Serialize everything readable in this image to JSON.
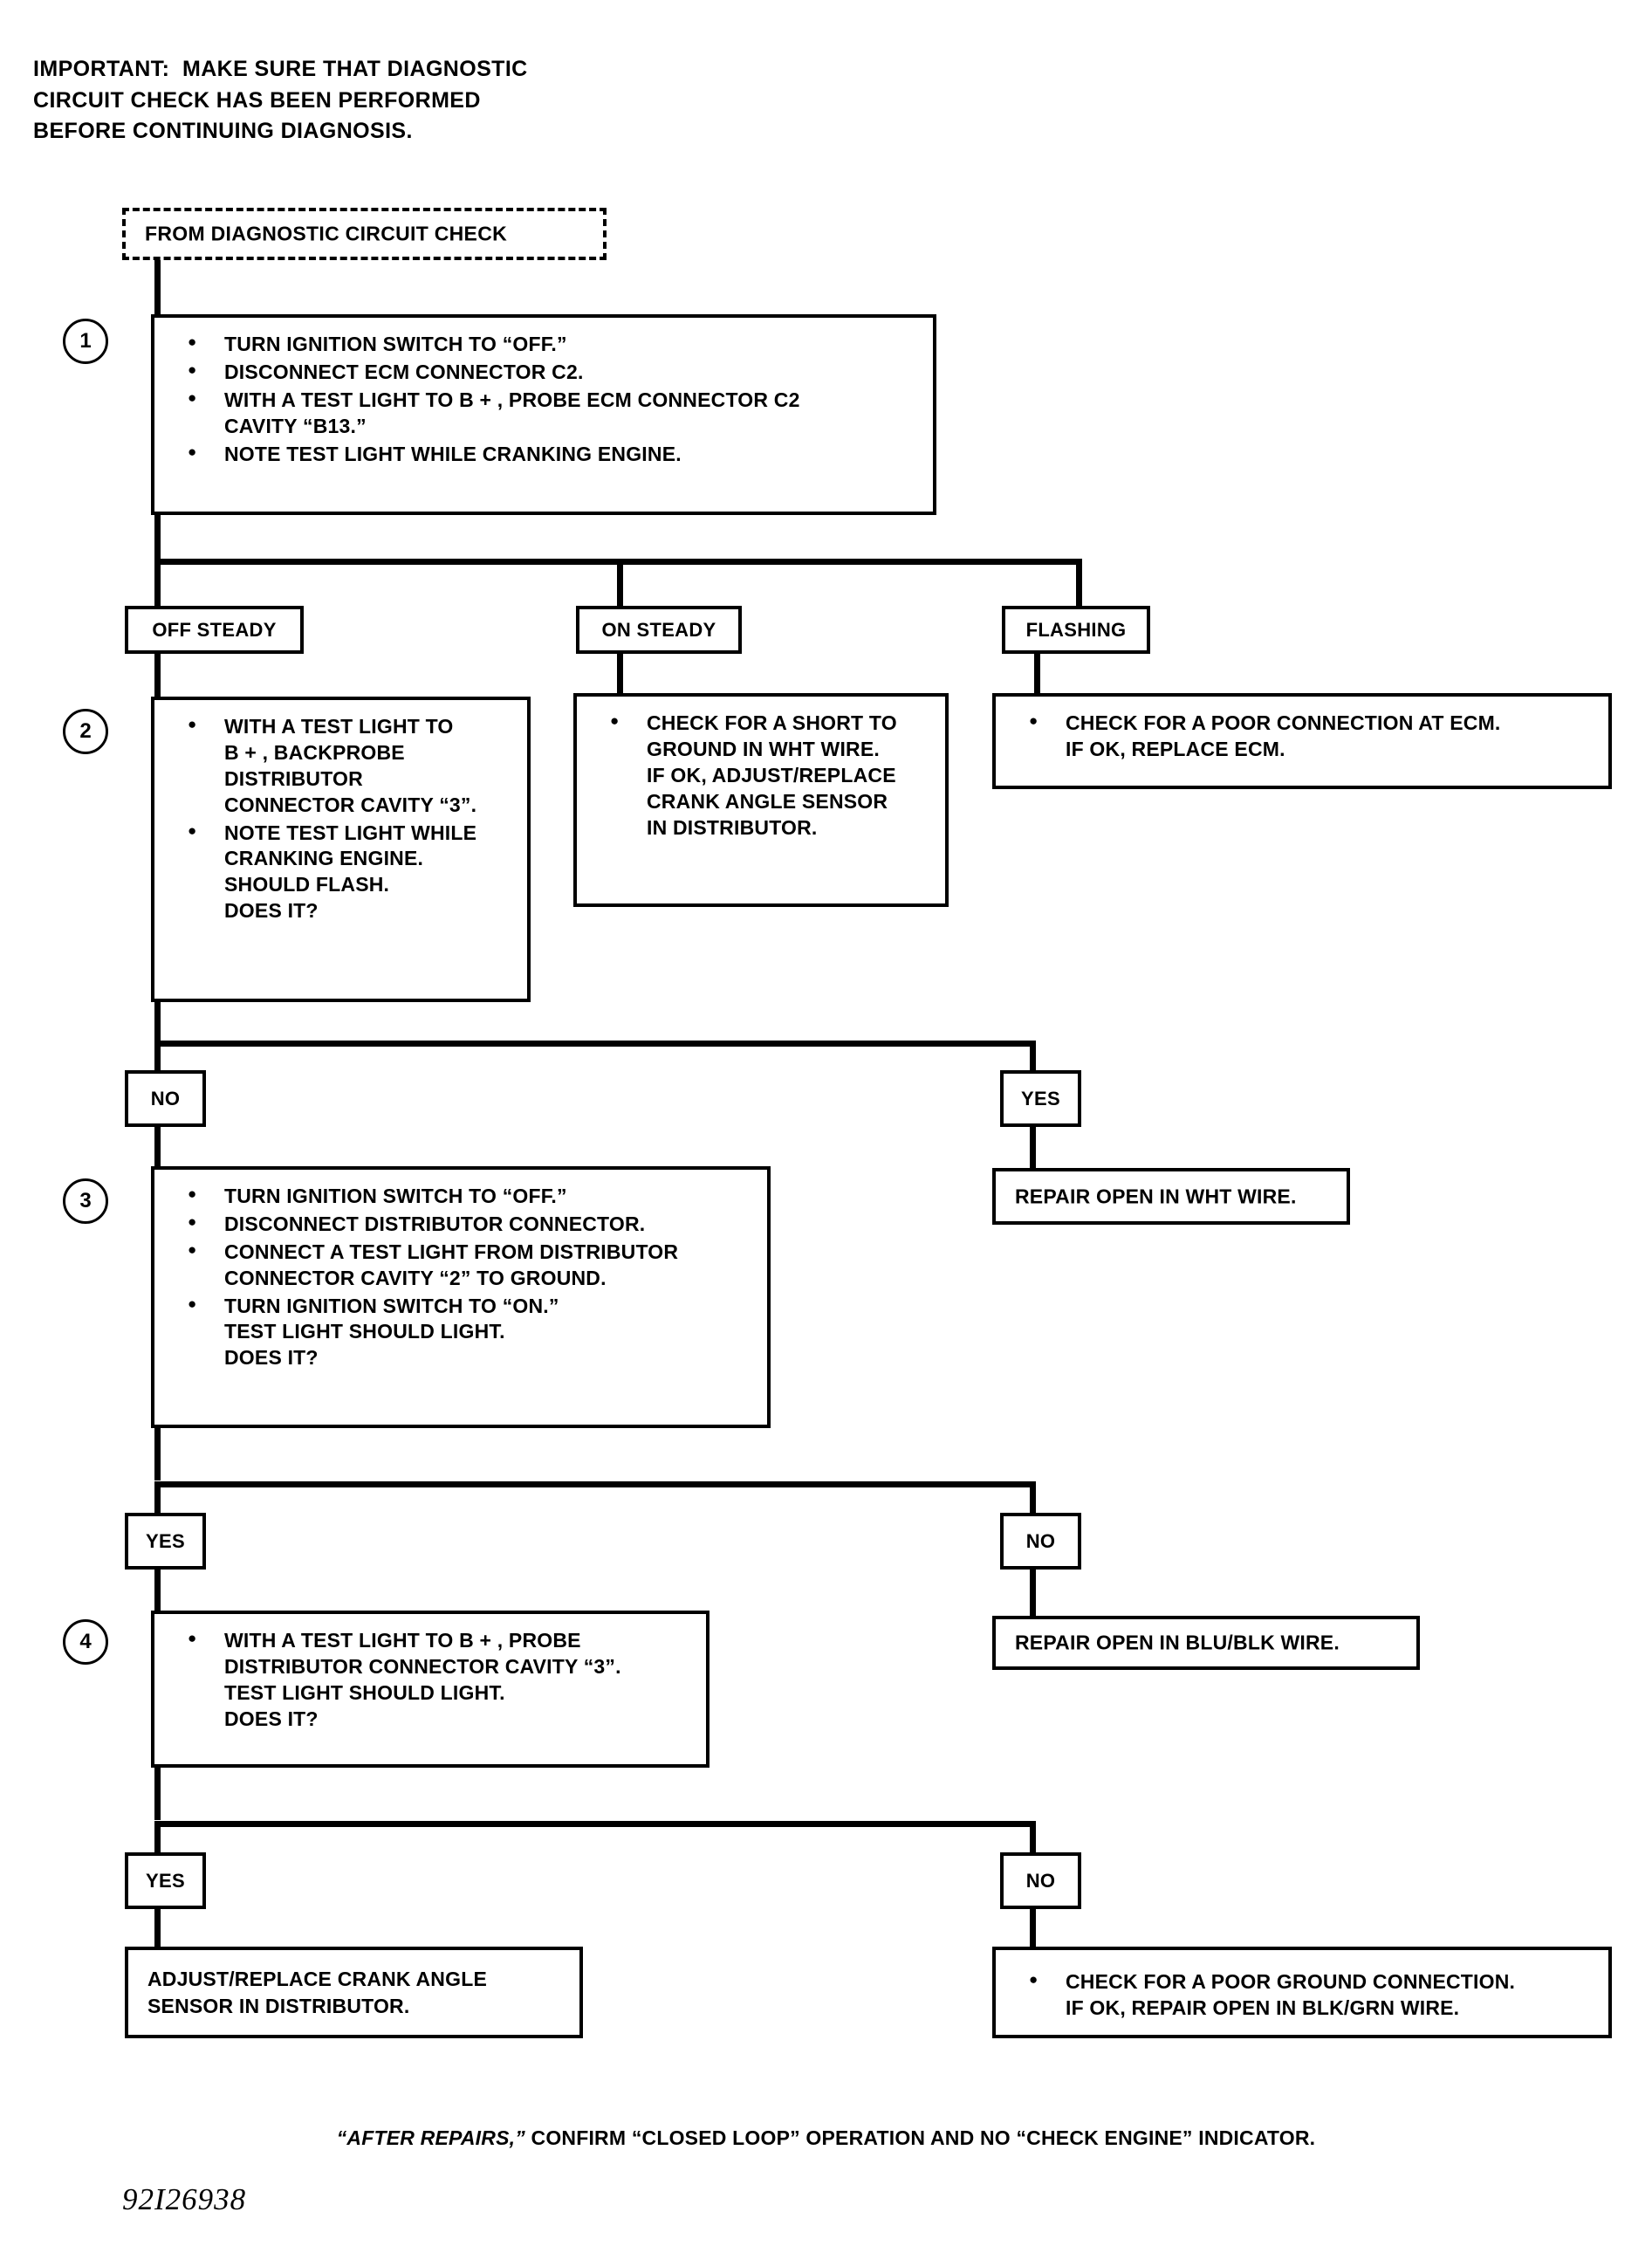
{
  "header": {
    "important_lines": [
      "IMPORTANT:  MAKE SURE THAT DIAGNOSTIC",
      "CIRCUIT CHECK HAS BEEN PERFORMED",
      "BEFORE CONTINUING DIAGNOSIS."
    ]
  },
  "start": {
    "label": "FROM DIAGNOSTIC CIRCUIT CHECK"
  },
  "steps": {
    "one": {
      "number": "1",
      "bullets": [
        [
          "TURN IGNITION SWITCH TO “OFF.”"
        ],
        [
          "DISCONNECT ECM CONNECTOR C2."
        ],
        [
          "WITH A TEST LIGHT TO B + , PROBE ECM CONNECTOR C2",
          "CAVITY “B13.”"
        ],
        [
          "NOTE TEST LIGHT WHILE CRANKING ENGINE."
        ]
      ]
    },
    "two": {
      "number": "2",
      "bullets": [
        [
          "WITH A TEST LIGHT TO",
          "B + , BACKPROBE",
          "DISTRIBUTOR",
          "CONNECTOR CAVITY “3”."
        ],
        [
          "NOTE TEST LIGHT WHILE",
          "CRANKING ENGINE.",
          "SHOULD FLASH.",
          "DOES IT?"
        ]
      ]
    },
    "three": {
      "number": "3",
      "bullets": [
        [
          "TURN IGNITION SWITCH TO “OFF.”"
        ],
        [
          "DISCONNECT DISTRIBUTOR CONNECTOR."
        ],
        [
          "CONNECT A TEST LIGHT FROM DISTRIBUTOR",
          "CONNECTOR CAVITY “2” TO GROUND."
        ],
        [
          "TURN IGNITION SWITCH TO “ON.”",
          "TEST LIGHT SHOULD LIGHT.",
          "DOES IT?"
        ]
      ]
    },
    "four": {
      "number": "4",
      "bullets": [
        [
          "WITH A TEST LIGHT TO B + , PROBE",
          "DISTRIBUTOR CONNECTOR CAVITY “3”.",
          "TEST LIGHT SHOULD LIGHT.",
          "DOES IT?"
        ]
      ]
    }
  },
  "branches": {
    "off_steady": "OFF STEADY",
    "on_steady": "ON STEADY",
    "flashing": "FLASHING",
    "no_1": "NO",
    "yes_1": "YES",
    "yes_2": "YES",
    "no_2": "NO",
    "yes_3": "YES",
    "no_3": "NO"
  },
  "results": {
    "on_steady_action": {
      "bullets": [
        [
          "CHECK FOR A SHORT TO",
          "GROUND IN WHT WIRE.",
          "IF OK, ADJUST/REPLACE",
          "CRANK ANGLE SENSOR",
          "IN DISTRIBUTOR."
        ]
      ]
    },
    "flashing_action": {
      "bullets": [
        [
          "CHECK FOR A POOR CONNECTION AT ECM.",
          "IF OK, REPLACE ECM."
        ]
      ]
    },
    "repair_wht": {
      "lines": [
        "REPAIR OPEN IN WHT WIRE."
      ]
    },
    "repair_blublk": {
      "lines": [
        "REPAIR OPEN IN BLU/BLK WIRE."
      ]
    },
    "adjust_sensor": {
      "lines": [
        "ADJUST/REPLACE CRANK ANGLE",
        "SENSOR IN DISTRIBUTOR."
      ]
    },
    "poor_ground": {
      "bullets": [
        [
          "CHECK FOR A POOR GROUND CONNECTION.",
          "IF OK, REPAIR OPEN IN BLK/GRN WIRE."
        ]
      ]
    }
  },
  "footer": {
    "quote_after_repairs": "“AFTER REPAIRS,”",
    "rest": " CONFIRM “CLOSED LOOP” OPERATION AND NO “CHECK ENGINE” INDICATOR.",
    "doc_number": "92I26938"
  }
}
